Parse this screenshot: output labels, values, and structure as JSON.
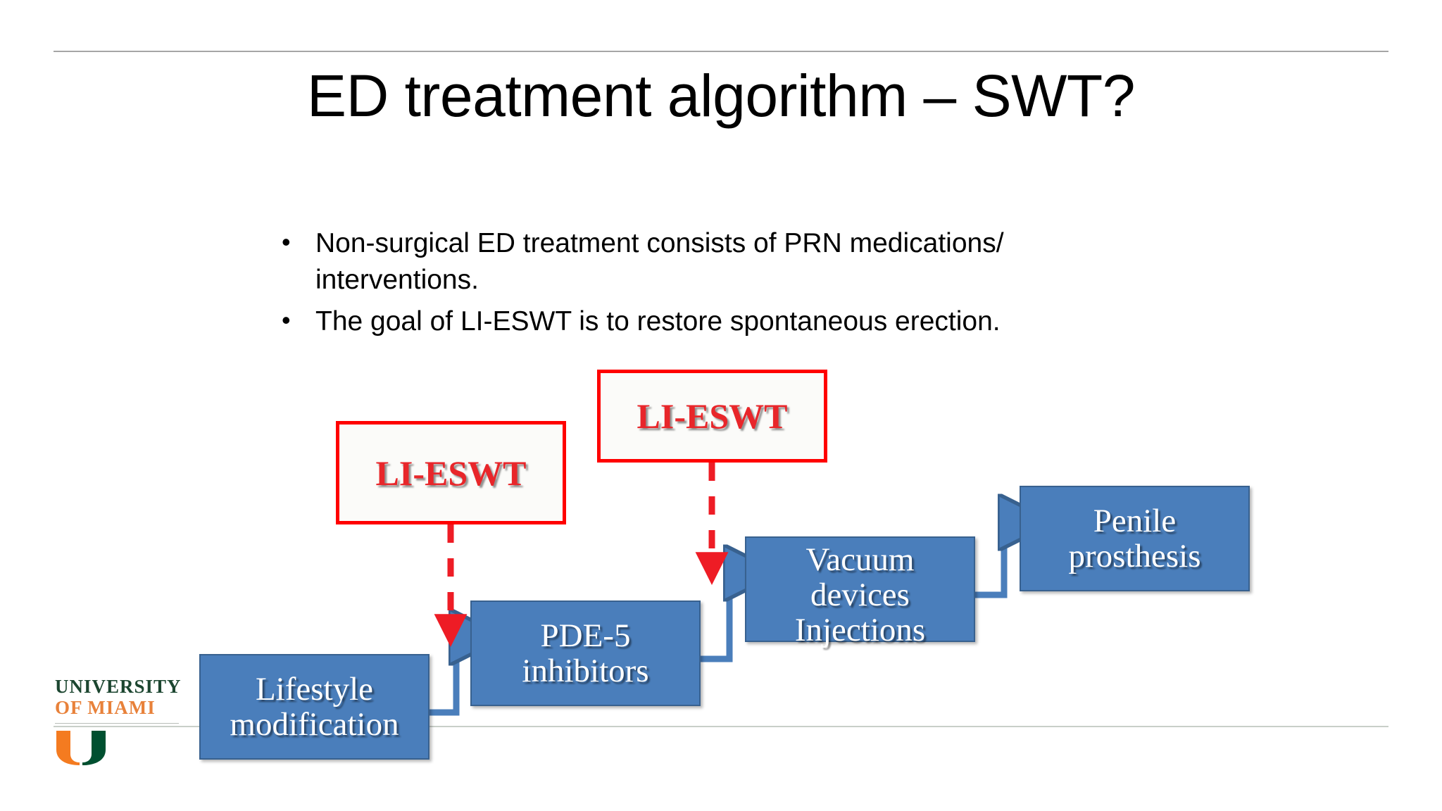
{
  "slide": {
    "title": "ED treatment algorithm – SWT?",
    "bullets": [
      {
        "marker": "•",
        "text": "Non-surgical ED treatment consists of PRN medications/ interventions."
      },
      {
        "marker": "•",
        "text": "The goal of LI-ESWT is to restore spontaneous erection."
      }
    ]
  },
  "diagram": {
    "type": "flowchart",
    "nodes": [
      {
        "id": "lifestyle",
        "label": "Lifestyle\nmodification",
        "fill": "#4a7ebb",
        "text_color": "#ffffff"
      },
      {
        "id": "pde5",
        "label": "PDE-5\ninhibitors",
        "fill": "#4a7ebb",
        "text_color": "#ffffff"
      },
      {
        "id": "vacuum",
        "label": "Vacuum\ndevices\nInjections",
        "fill": "#4a7ebb",
        "text_color": "#ffffff"
      },
      {
        "id": "prosthesis",
        "label": "Penile\nprosthesis",
        "fill": "#4a7ebb",
        "text_color": "#ffffff"
      }
    ],
    "callouts": [
      {
        "id": "callout-left",
        "label": "LI-ESWT",
        "border_color": "#ff0000",
        "text_color": "#e8262a",
        "points_to": "pde5"
      },
      {
        "id": "callout-right",
        "label": "LI-ESWT",
        "border_color": "#ff0000",
        "text_color": "#e8262a",
        "points_to": "vacuum"
      }
    ],
    "connectors": [
      {
        "from": "lifestyle",
        "to": "pde5",
        "style": "solid",
        "color": "#4a7ebb"
      },
      {
        "from": "pde5",
        "to": "vacuum",
        "style": "solid",
        "color": "#4a7ebb"
      },
      {
        "from": "vacuum",
        "to": "prosthesis",
        "style": "solid",
        "color": "#4a7ebb"
      },
      {
        "from": "callout-left",
        "to": "pde5",
        "style": "dashed",
        "color": "#ee1c25"
      },
      {
        "from": "callout-right",
        "to": "vacuum",
        "style": "dashed",
        "color": "#ee1c25"
      }
    ]
  },
  "logo": {
    "line1": "UNIVERSITY",
    "line2": "OF MIAMI",
    "color_green": "#1c4630",
    "color_orange": "#e8813a"
  }
}
